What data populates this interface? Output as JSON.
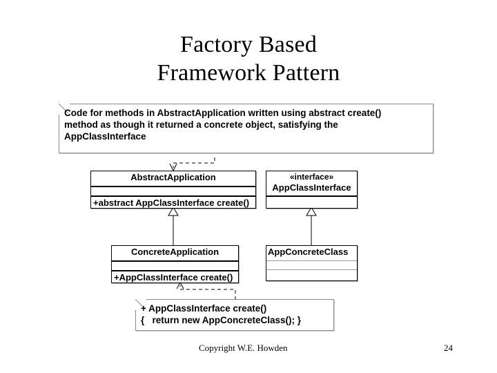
{
  "slide": {
    "title_lines": [
      "Factory Based",
      "Framework Pattern"
    ],
    "footer": {
      "copyright": "Copyright W.E. Howden",
      "page_number": "24"
    }
  },
  "diagram": {
    "type": "uml-class-diagram",
    "notes": [
      {
        "id": "note-top",
        "lines": [
          "Code for methods in AbstractApplication written using abstract create()",
          "method as though it returned a concrete object, satisfying the",
          "AppClassInterface"
        ]
      },
      {
        "id": "note-bottom",
        "lines": [
          "+ AppClassInterface create()",
          "{   return new AppConcreteClass(); }"
        ]
      }
    ],
    "classes": [
      {
        "id": "abstract-application",
        "name": "AbstractApplication",
        "stereotype": "",
        "attributes": [],
        "operations": [
          "+abstract AppClassInterface create()"
        ]
      },
      {
        "id": "app-class-interface",
        "name": "AppClassInterface",
        "stereotype": "«interface»",
        "attributes": [],
        "operations": []
      },
      {
        "id": "concrete-application",
        "name": "ConcreteApplication",
        "stereotype": "",
        "attributes": [],
        "operations": [
          "+AppClassInterface create()"
        ]
      },
      {
        "id": "app-concrete-class",
        "name": "AppConcreteClass",
        "stereotype": "",
        "attributes": [],
        "operations": []
      }
    ],
    "connectors": [
      {
        "id": "note-top-anchor",
        "kind": "note-anchor",
        "style": "dashed",
        "arrow": "open",
        "from": "note-top",
        "to": "abstract-application"
      },
      {
        "id": "generalization-concrete-application",
        "kind": "generalization",
        "style": "solid",
        "arrow": "hollow-triangle",
        "from": "concrete-application",
        "to": "abstract-application"
      },
      {
        "id": "generalization-app-concrete-class",
        "kind": "generalization",
        "style": "solid",
        "arrow": "hollow-triangle",
        "from": "app-concrete-class",
        "to": "app-class-interface"
      },
      {
        "id": "note-bottom-anchor",
        "kind": "note-anchor",
        "style": "dashed",
        "arrow": "open",
        "from": "note-bottom",
        "to": "concrete-application"
      }
    ],
    "colors": {
      "line": "#000000",
      "note_border": "#8a8a8a",
      "background": "#ffffff",
      "text": "#000000"
    }
  }
}
